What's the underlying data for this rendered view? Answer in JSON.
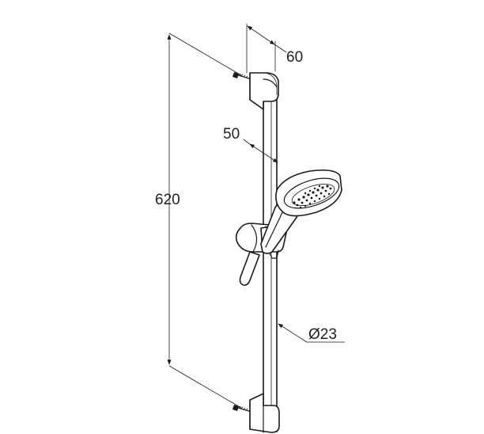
{
  "drawing": {
    "dimensions": {
      "total_length": "620",
      "rail_offset": "60",
      "bracket_depth": "50",
      "rail_diameter": "Ø23"
    }
  },
  "colors": {
    "line": "#1a1a1a",
    "background": "#ffffff"
  }
}
